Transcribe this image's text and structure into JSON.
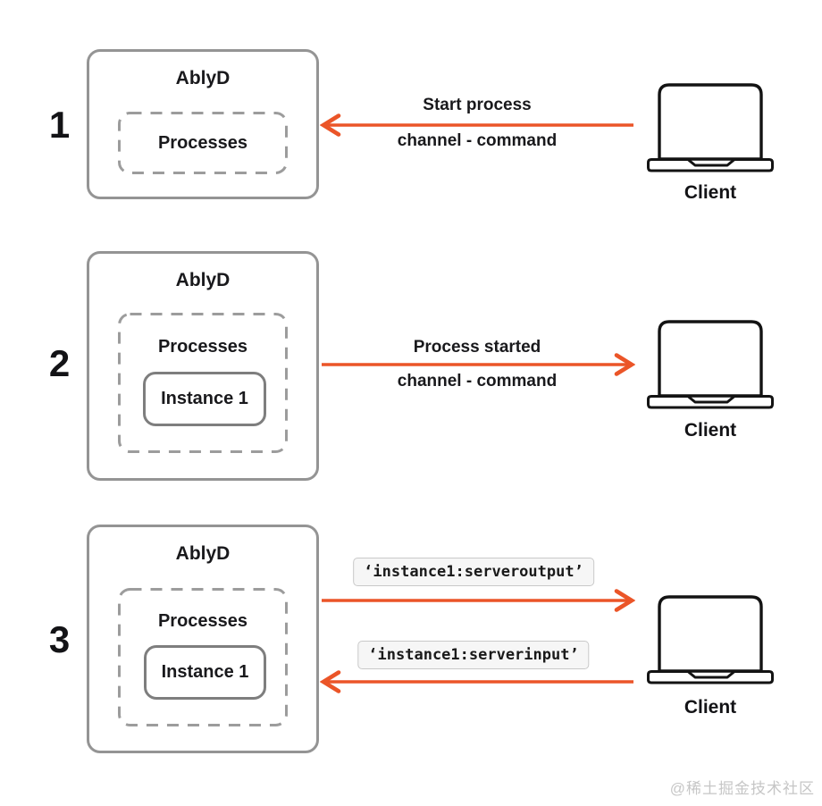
{
  "colors": {
    "arrow": "#EB5528",
    "box_border": "#949494",
    "dashed_border": "#9c9c9c",
    "instance_border": "#7e7e7e",
    "laptop_outline": "#131313",
    "badge_bg": "#f6f6f6",
    "badge_border": "#c9c9c9",
    "text": "#19191c",
    "watermark": "#c6c6c6"
  },
  "steps": [
    {
      "number": "1",
      "server_label": "AblyD",
      "processes_label": "Processes",
      "message": {
        "direction": "to-server",
        "title": "Start process",
        "channel": "channel - command"
      },
      "client_label": "Client"
    },
    {
      "number": "2",
      "server_label": "AblyD",
      "processes_label": "Processes",
      "instance_label": "Instance 1",
      "message": {
        "direction": "to-client",
        "title": "Process started",
        "channel": "channel - command"
      },
      "client_label": "Client"
    },
    {
      "number": "3",
      "server_label": "AblyD",
      "processes_label": "Processes",
      "instance_label": "Instance 1",
      "output_channel": "‘instance1:serveroutput’",
      "input_channel": "‘instance1:serverinput’",
      "client_label": "Client"
    }
  ],
  "watermark": "@稀土掘金技术社区"
}
